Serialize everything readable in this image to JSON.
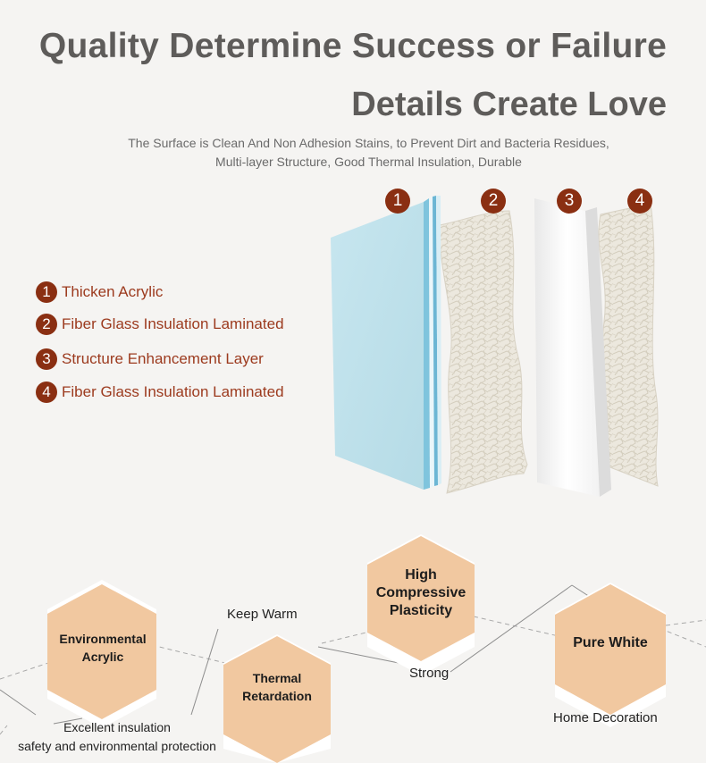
{
  "header": {
    "title_line1": "Quality Determine Success or Failure",
    "title_line2": "Details Create Love",
    "subtitle_line1": "The Surface is Clean And Non Adhesion Stains, to Prevent Dirt and Bacteria Residues,",
    "subtitle_line2": "Multi-layer Structure, Good Thermal Insulation, Durable"
  },
  "layers": [
    {
      "num": "1",
      "label": "Thicken Acrylic"
    },
    {
      "num": "2",
      "label": "Fiber Glass Insulation Laminated"
    },
    {
      "num": "3",
      "label": "Structure Enhancement Layer"
    },
    {
      "num": "4",
      "label": "Fiber Glass Insulation Laminated"
    }
  ],
  "features": {
    "hex1_line1": "Environmental",
    "hex1_line2": "Acrylic",
    "hex2_line1": "Thermal",
    "hex2_line2": "Retardation",
    "hex3_line1": "High",
    "hex3_line2": "Compressive",
    "hex3_line3": "Plasticity",
    "hex4_line1": "Pure White",
    "label_keep_warm": "Keep Warm",
    "label_strong": "Strong",
    "label_home": "Home Decoration",
    "label_insulation_line1": "Excellent insulation",
    "label_insulation_line2": "safety and environmental protection"
  },
  "colors": {
    "accent": "#8a2f12",
    "hex_fill": "#f1c8a0",
    "acrylic_blue": "#bfe0ea",
    "text_dark": "#5e5c5a"
  }
}
